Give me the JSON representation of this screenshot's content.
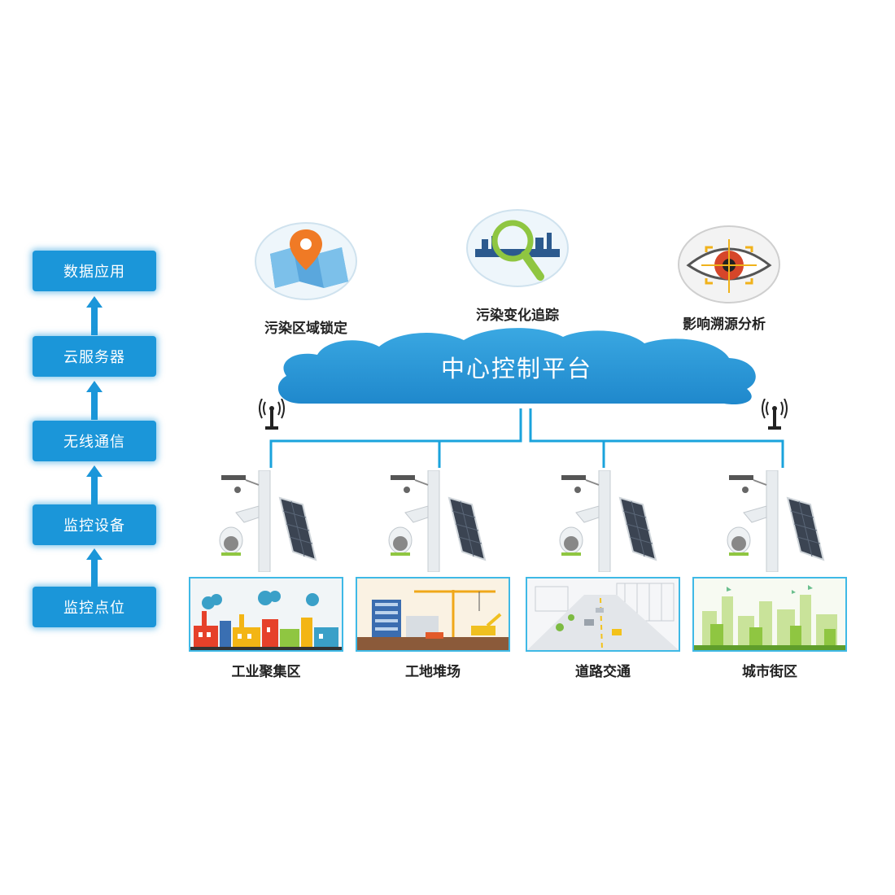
{
  "stack": {
    "items": [
      {
        "label": "数据应用"
      },
      {
        "label": "云服务器"
      },
      {
        "label": "无线通信"
      },
      {
        "label": "监控设备"
      },
      {
        "label": "监控点位"
      }
    ],
    "box_color": "#1b96d9"
  },
  "cloud": {
    "title": "中心控制平台",
    "color": "#2e9ad8"
  },
  "features": [
    {
      "label": "污染区域锁定",
      "icon": "map-pin-icon"
    },
    {
      "label": "污染变化追踪",
      "icon": "magnifier-icon"
    },
    {
      "label": "影响溯源分析",
      "icon": "eye-target-icon"
    }
  ],
  "scenes": [
    {
      "label": "工业聚集区",
      "icon": "factory-icon"
    },
    {
      "label": "工地堆场",
      "icon": "construction-icon"
    },
    {
      "label": "道路交通",
      "icon": "road-icon"
    },
    {
      "label": "城市街区",
      "icon": "city-icon"
    }
  ],
  "colors": {
    "connector": "#1aa3dc",
    "scene_border": "#3fb9e6"
  }
}
